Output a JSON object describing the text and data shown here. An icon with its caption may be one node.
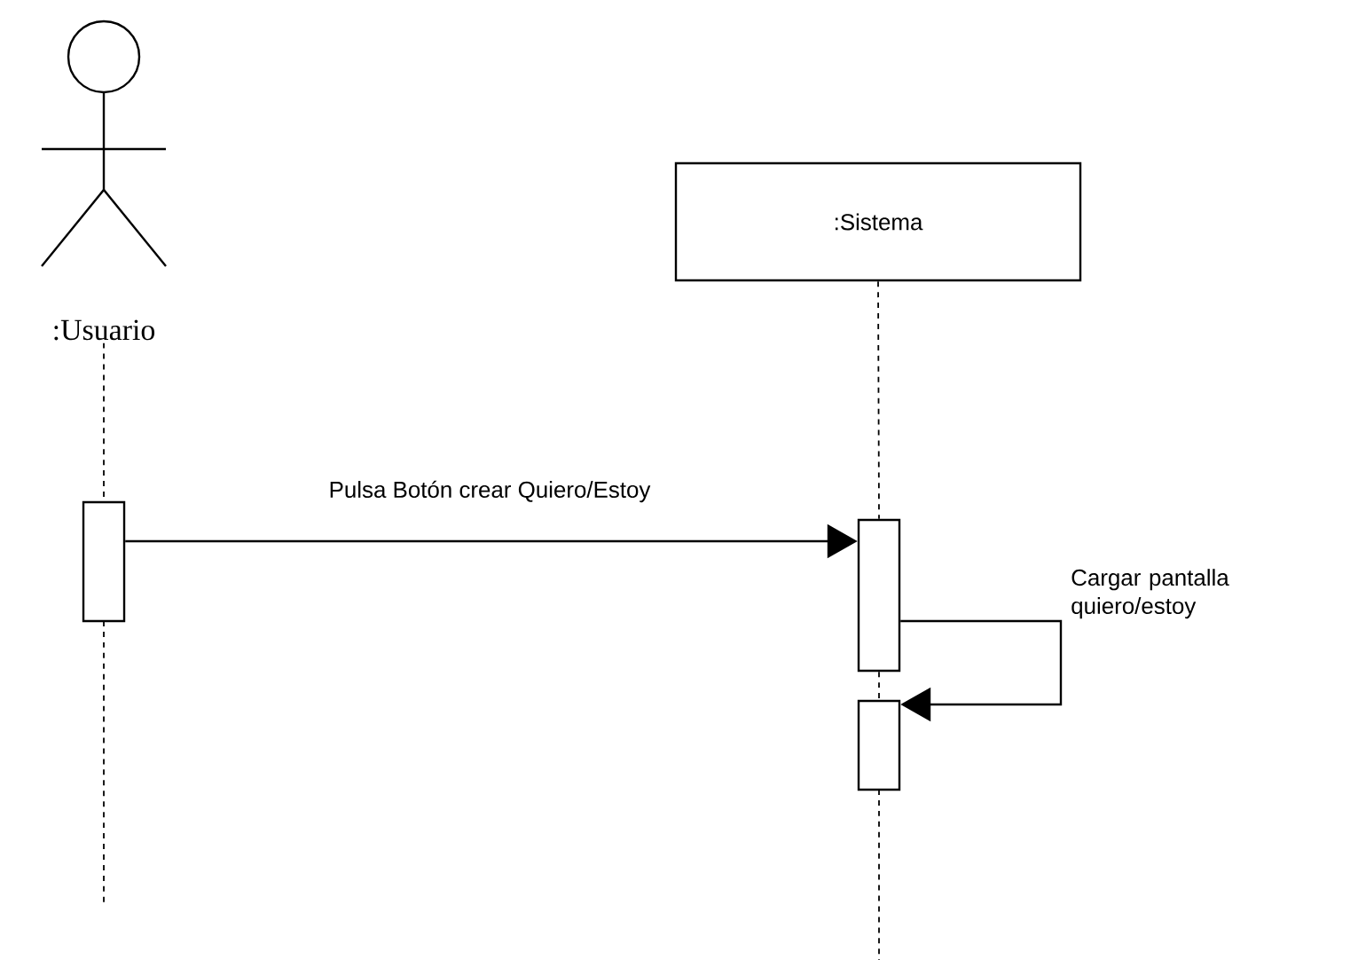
{
  "diagram": {
    "nodes": [
      {
        "text": [
          ":Usuario"
        ]
      },
      {
        "text": [
          ":Sistema"
        ]
      },
      {
        "text": [],
        "shape": "bar"
      },
      {
        "text": [],
        "shape": "bar"
      },
      {
        "text": [],
        "shape": "bar"
      }
    ],
    "edges": [
      {
        "from": 0,
        "to": 2,
        "arrow": "none",
        "style": "dashed"
      },
      {
        "from": 1,
        "to": 3,
        "arrow": "none",
        "style": "dashed"
      },
      {
        "from": 3,
        "to": 4,
        "arrow": "none",
        "style": "dashed"
      },
      {
        "from": 2,
        "to": 3,
        "arrow": "to",
        "label": "Pulsa Botón crear Quiero/Estoy"
      },
      {
        "from": 3,
        "to": 4,
        "arrow": "to",
        "label": "Cargar pantalla quiero/estoy"
      }
    ]
  }
}
